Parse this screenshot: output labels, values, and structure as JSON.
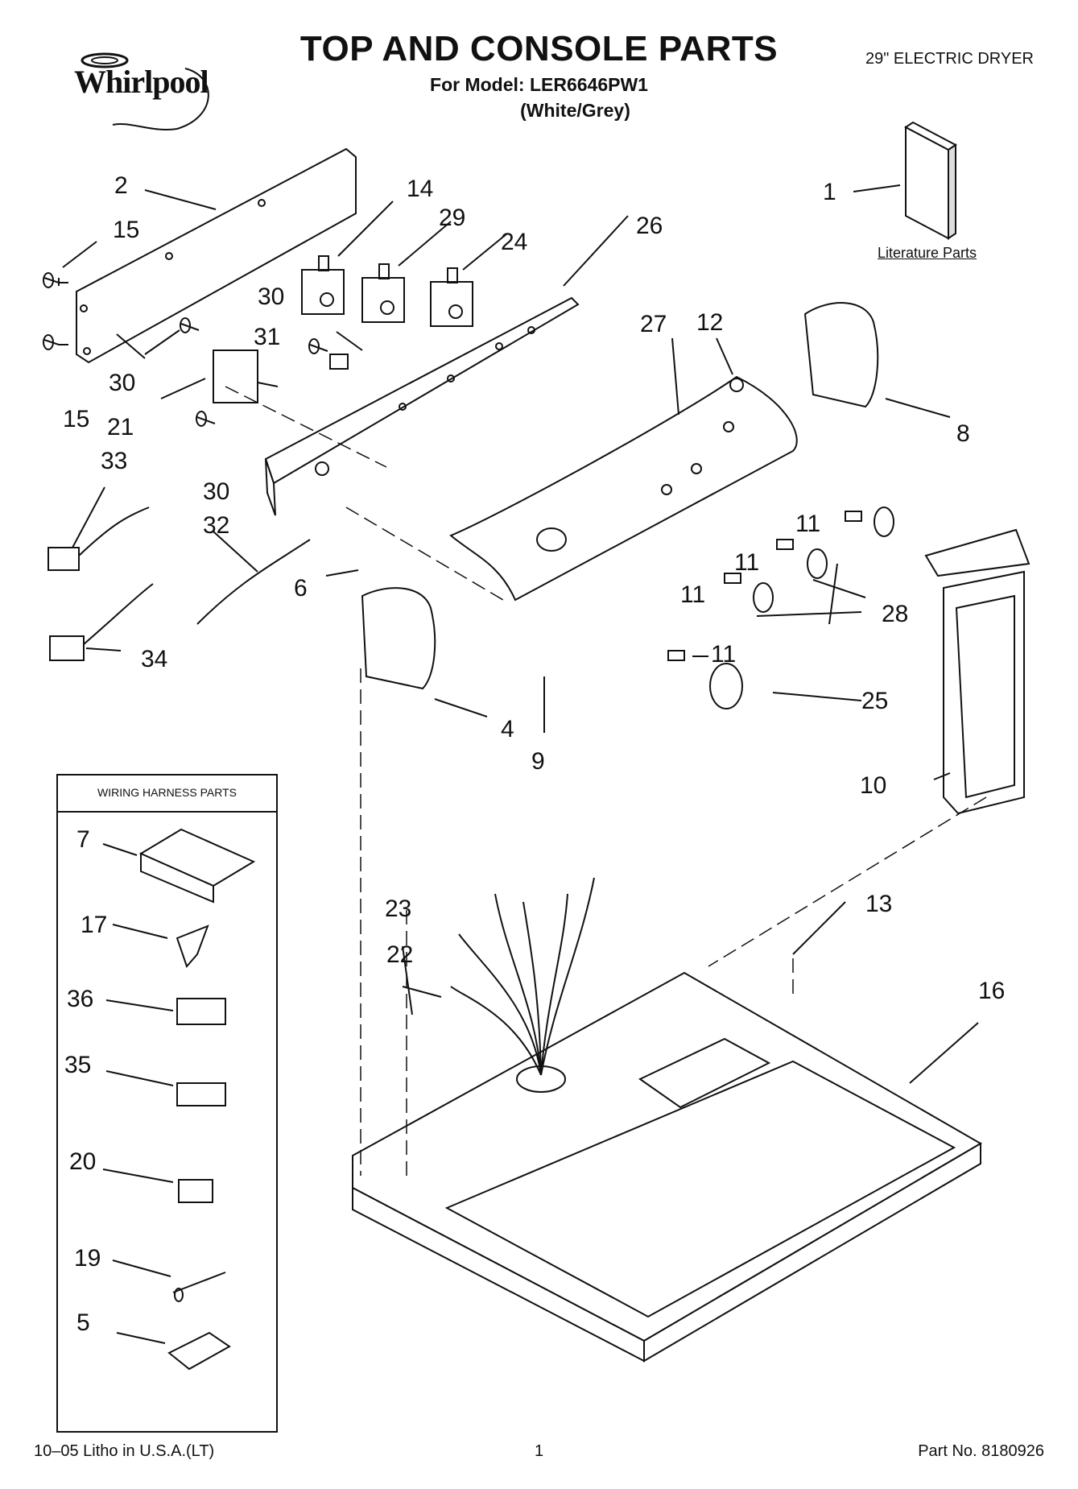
{
  "header": {
    "brand": "Whirlpool",
    "title": "TOP AND CONSOLE PARTS",
    "model_line": "For Model: LER6646PW1",
    "color_line": "(White/Grey)",
    "product_type": "29\" ELECTRIC DRYER"
  },
  "literature_label": "Literature Parts",
  "harness_box": {
    "title": "WIRING HARNESS PARTS"
  },
  "callouts": {
    "c1": "1",
    "c2": "2",
    "c4": "4",
    "c5": "5",
    "c6": "6",
    "c7": "7",
    "c8": "8",
    "c9": "9",
    "c10": "10",
    "c11a": "11",
    "c11b": "11",
    "c11c": "11",
    "c11d": "11",
    "c12": "12",
    "c13": "13",
    "c14": "14",
    "c15a": "15",
    "c15b": "15",
    "c16": "16",
    "c17": "17",
    "c19": "19",
    "c20": "20",
    "c21": "21",
    "c22": "22",
    "c23": "23",
    "c24": "24",
    "c25": "25",
    "c26": "26",
    "c27": "27",
    "c28": "28",
    "c29": "29",
    "c30a": "30",
    "c30b": "30",
    "c30c": "30",
    "c31": "31",
    "c32": "32",
    "c33": "33",
    "c34": "34",
    "c35": "35",
    "c36": "36"
  },
  "footer": {
    "litho": "10–05 Litho in U.S.A.(LT)",
    "page": "1",
    "part_no": "Part No. 8180926"
  }
}
